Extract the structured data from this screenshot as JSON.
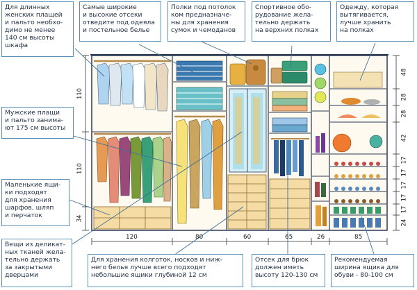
{
  "callouts": {
    "long_coats": "Для длинных\nженских плащей\nи пальто необхо-\nдимо не менее\n140 см высоты\nшкафа",
    "wide_compartments": "Самые широкие\nи высокие отсеки\nотведите под одеяла\nи постельное белье",
    "ceiling_shelves": "Полки под потолок\nком предназначе-\nны для хранения\nсумок и чемоданов",
    "sports": "Спортивное обо-\nрудование жела-\nтельно держать\nна верхних полках",
    "stretching_clothes": "Одежду, которая\nвытягивается,\nлучше хранить\nна полках",
    "mens_coats": "Мужские плащи\nи пальто занима-\nют 175 см высоты",
    "small_boxes": "Маленькие ящи-\nки подходят\nдля хранения\nшарфов, шляп\nи перчаток",
    "delicate": "Вещи из деликат-\nных тканей жела-\nтельно держать\nза закрытыми\nдверцами",
    "tights": "Для хранения колготок, носков и ниж-\nнего белья лучше всего подходят\nнебольшие ящики глубиной 12 см",
    "trousers": "Отсек для брюк\nдолжен иметь\nвысоту 120-130 см",
    "shoes": "Рекомендуемая\nширина ящика для\nобуви - 80-100 см"
  },
  "dimensions": {
    "bottom": [
      "120",
      "80",
      "60",
      "65",
      "26",
      "85"
    ],
    "left": [
      "110",
      "110",
      "34"
    ],
    "right": [
      "48",
      "28",
      "28",
      "42",
      "17",
      "17",
      "17",
      "17",
      "17",
      "24"
    ]
  },
  "colors": {
    "outline": "#2a3a55",
    "leader": "#3d6f99",
    "callout_border": "#5a8fb8",
    "wood": "#f4dca4",
    "rail": "#b58a4a"
  }
}
